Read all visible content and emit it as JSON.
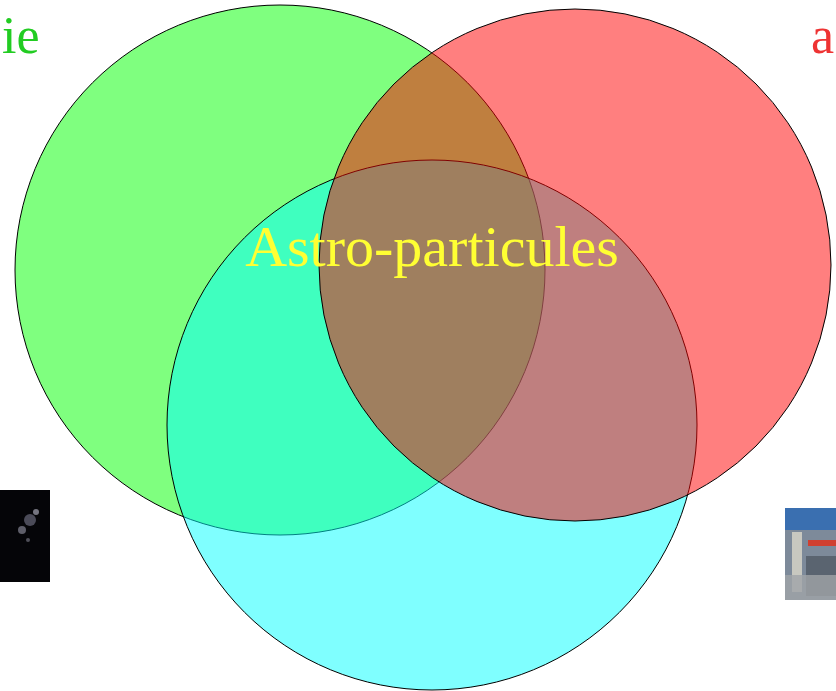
{
  "diagram": {
    "labels": [
      "ie",
      "a",
      "Astro-particules"
    ]
  }
}
